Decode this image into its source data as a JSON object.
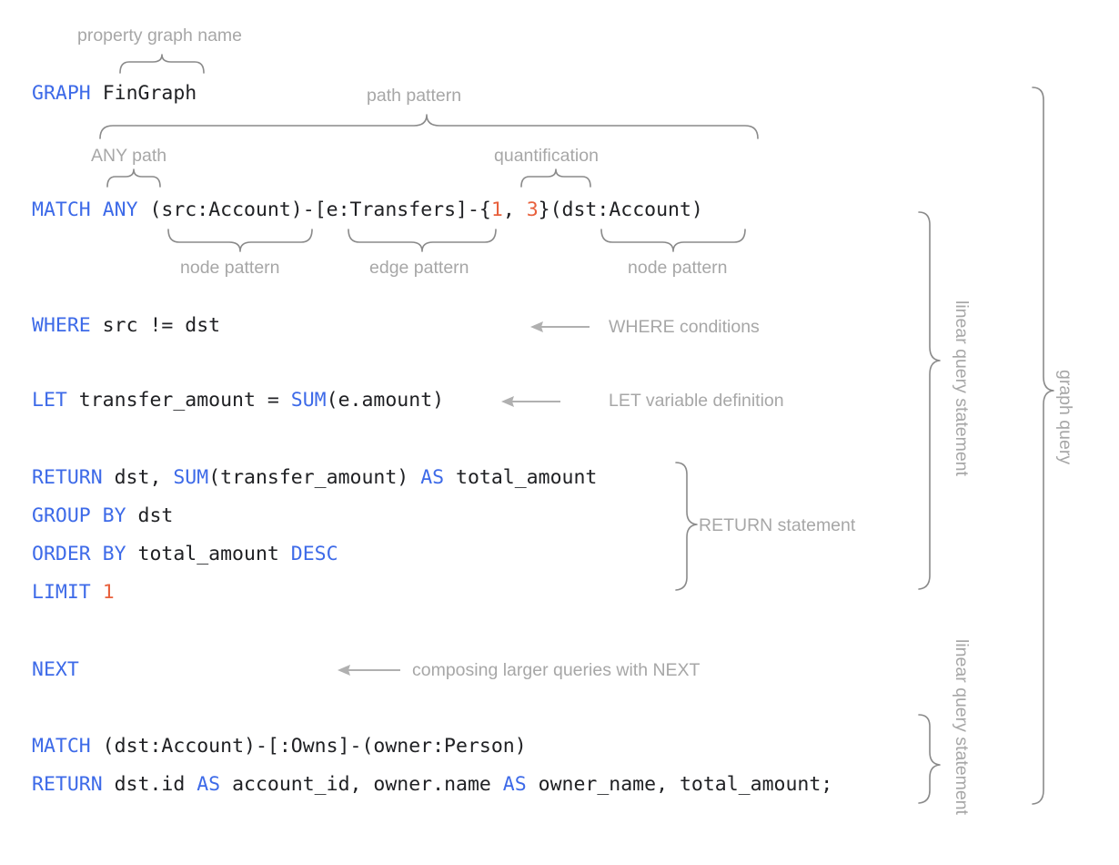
{
  "diagram": {
    "title": "GQL graph query annotated syntax diagram",
    "colors": {
      "keyword": "#3d6ae8",
      "literal": "#e8603c",
      "plain": "#202124",
      "annotation": "#a7a7a7",
      "brace": "#8a8a8a",
      "background": "#ffffff"
    }
  },
  "code_lines": [
    {
      "id": "line-graph",
      "tokens": [
        {
          "t": "GRAPH",
          "c": "kw"
        },
        {
          "t": " ",
          "c": "pl"
        },
        {
          "t": "FinGraph",
          "c": "pl"
        }
      ]
    },
    {
      "id": "line-match",
      "tokens": [
        {
          "t": "MATCH",
          "c": "kw"
        },
        {
          "t": " ",
          "c": "pl"
        },
        {
          "t": "ANY",
          "c": "kw"
        },
        {
          "t": " (src:Account)-[e:Transfers]-{",
          "c": "pl"
        },
        {
          "t": "1",
          "c": "num"
        },
        {
          "t": ", ",
          "c": "pl"
        },
        {
          "t": "3",
          "c": "num"
        },
        {
          "t": "}(dst:Account)",
          "c": "pl"
        }
      ]
    },
    {
      "id": "line-where",
      "tokens": [
        {
          "t": "WHERE",
          "c": "kw"
        },
        {
          "t": " src != dst",
          "c": "pl"
        }
      ]
    },
    {
      "id": "line-let",
      "tokens": [
        {
          "t": "LET",
          "c": "kw"
        },
        {
          "t": " transfer_amount = ",
          "c": "pl"
        },
        {
          "t": "SUM",
          "c": "kw"
        },
        {
          "t": "(e.amount)",
          "c": "pl"
        }
      ]
    },
    {
      "id": "line-return",
      "tokens": [
        {
          "t": "RETURN",
          "c": "kw"
        },
        {
          "t": " dst, ",
          "c": "pl"
        },
        {
          "t": "SUM",
          "c": "kw"
        },
        {
          "t": "(transfer_amount) ",
          "c": "pl"
        },
        {
          "t": "AS",
          "c": "kw"
        },
        {
          "t": " total_amount",
          "c": "pl"
        }
      ]
    },
    {
      "id": "line-groupby",
      "tokens": [
        {
          "t": "GROUP BY",
          "c": "kw"
        },
        {
          "t": " dst",
          "c": "pl"
        }
      ]
    },
    {
      "id": "line-orderby",
      "tokens": [
        {
          "t": "ORDER BY",
          "c": "kw"
        },
        {
          "t": " total_amount ",
          "c": "pl"
        },
        {
          "t": "DESC",
          "c": "kw"
        }
      ]
    },
    {
      "id": "line-limit",
      "tokens": [
        {
          "t": "LIMIT",
          "c": "kw"
        },
        {
          "t": " ",
          "c": "pl"
        },
        {
          "t": "1",
          "c": "num"
        }
      ]
    },
    {
      "id": "line-next",
      "tokens": [
        {
          "t": "NEXT",
          "c": "kw"
        }
      ]
    },
    {
      "id": "line-match2",
      "tokens": [
        {
          "t": "MATCH",
          "c": "kw"
        },
        {
          "t": " (dst:Account)-[:Owns]-(owner:Person)",
          "c": "pl"
        }
      ]
    },
    {
      "id": "line-return2",
      "tokens": [
        {
          "t": "RETURN",
          "c": "kw"
        },
        {
          "t": " dst.id ",
          "c": "pl"
        },
        {
          "t": "AS",
          "c": "kw"
        },
        {
          "t": " account_id, owner.name ",
          "c": "pl"
        },
        {
          "t": "AS",
          "c": "kw"
        },
        {
          "t": " owner_name, total_amount;",
          "c": "pl"
        }
      ]
    }
  ],
  "annotations": {
    "property_graph_name": "property graph name",
    "path_pattern": "path pattern",
    "any_path": "ANY path",
    "quantification": "quantification",
    "node_pattern_1": "node pattern",
    "edge_pattern": "edge pattern",
    "node_pattern_2": "node pattern",
    "where_conditions": "WHERE conditions",
    "let_variable_definition": "LET variable definition",
    "return_statement": "RETURN statement",
    "composing_next": "composing larger queries with NEXT",
    "linear_query_statement_1": "linear query statement",
    "linear_query_statement_2": "linear query statement",
    "graph_query": "graph query"
  }
}
